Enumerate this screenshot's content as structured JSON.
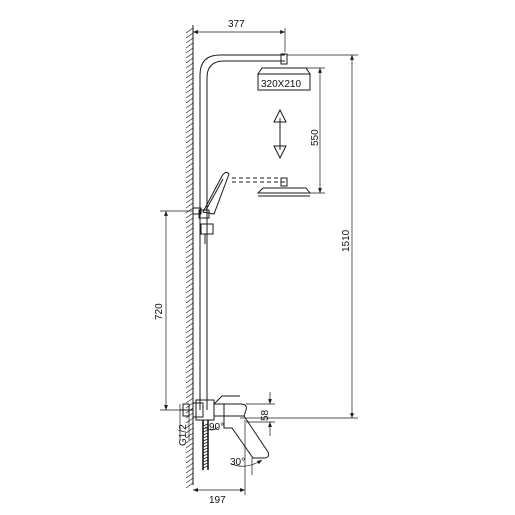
{
  "dimensions": {
    "top_width": "377",
    "head_size": "320X210",
    "height_adjust": "550",
    "total_height": "1510",
    "handshower_height": "720",
    "spout_height": "58",
    "inlet": "G1/2",
    "bend_angle": "90°",
    "spout_angle": "30°",
    "bottom_width": "197"
  },
  "colors": {
    "line": "#1a1a1a",
    "background": "#ffffff"
  }
}
